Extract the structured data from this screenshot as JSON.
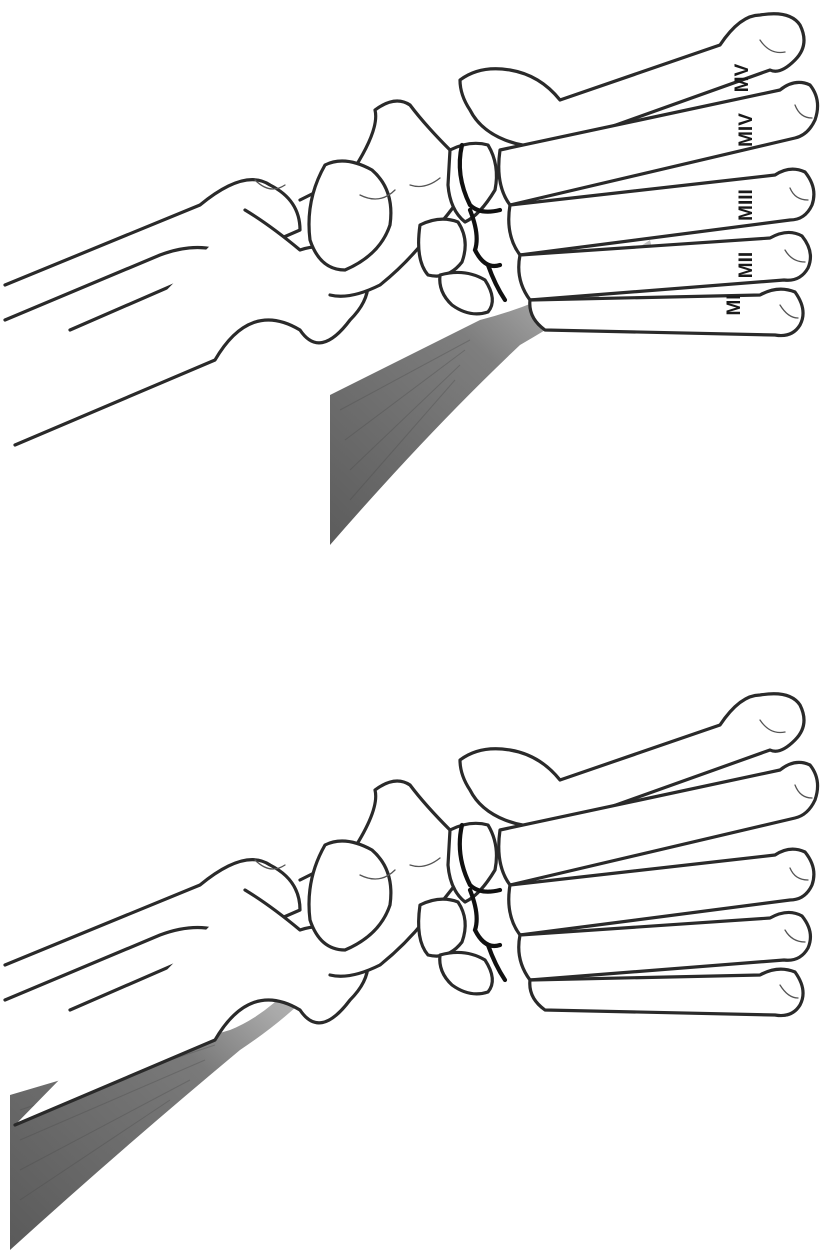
{
  "figure": {
    "panels": [
      {
        "id": "top",
        "metatarsal_labels": [
          "MV",
          "MIV",
          "MIII",
          "MII",
          "MI"
        ]
      },
      {
        "id": "bottom",
        "metatarsal_labels": []
      }
    ],
    "colors": {
      "muscle_dark": "#5c5c5c",
      "muscle_mid": "#7e7e7e",
      "tendon": "#b4b4b4",
      "outline": "#2a2a2a"
    }
  }
}
